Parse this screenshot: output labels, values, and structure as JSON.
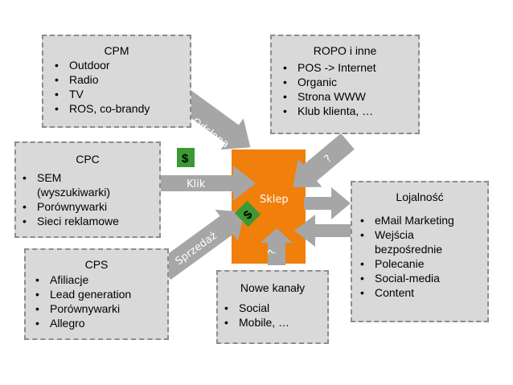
{
  "cpm": {
    "title": "CPM",
    "items": [
      "Outdoor",
      "Radio",
      "TV",
      "ROS, co-brandy"
    ]
  },
  "ropo": {
    "title": "ROPO i inne",
    "items": [
      "POS -> Internet",
      "Organic",
      "Strona WWW",
      "Klub klienta, …"
    ]
  },
  "cpc": {
    "title": "CPC",
    "items": [
      "SEM",
      "(wyszukiwarki)",
      "Porównywarki",
      "Sieci reklamowe"
    ]
  },
  "cps": {
    "title": "CPS",
    "items": [
      "Afiliacje",
      "Lead generation",
      "Porównywarki",
      "Allegro"
    ]
  },
  "nowe": {
    "title": "Nowe kanały",
    "items": [
      "Social",
      "Mobile, …"
    ]
  },
  "lojalnosc": {
    "title": "Lojalność",
    "items": [
      "eMail Marketing",
      "Wejścia",
      "bezpośrednie",
      "Polecanie",
      "Social-media",
      "Content"
    ]
  },
  "center": {
    "label": "Sklep"
  },
  "arrows": {
    "odslona": "Odsłona",
    "klik": "Klik",
    "sprzedaz": "Sprzedaż",
    "ropo_q": "?",
    "nowe_q": "?"
  },
  "dollar": "$",
  "colors": {
    "box_fill": "#d9d9d9",
    "box_border": "#8c8c8c",
    "center": "#f07f0b",
    "arrow": "#a6a6a6",
    "dollar_bg": "#3c9a34"
  }
}
